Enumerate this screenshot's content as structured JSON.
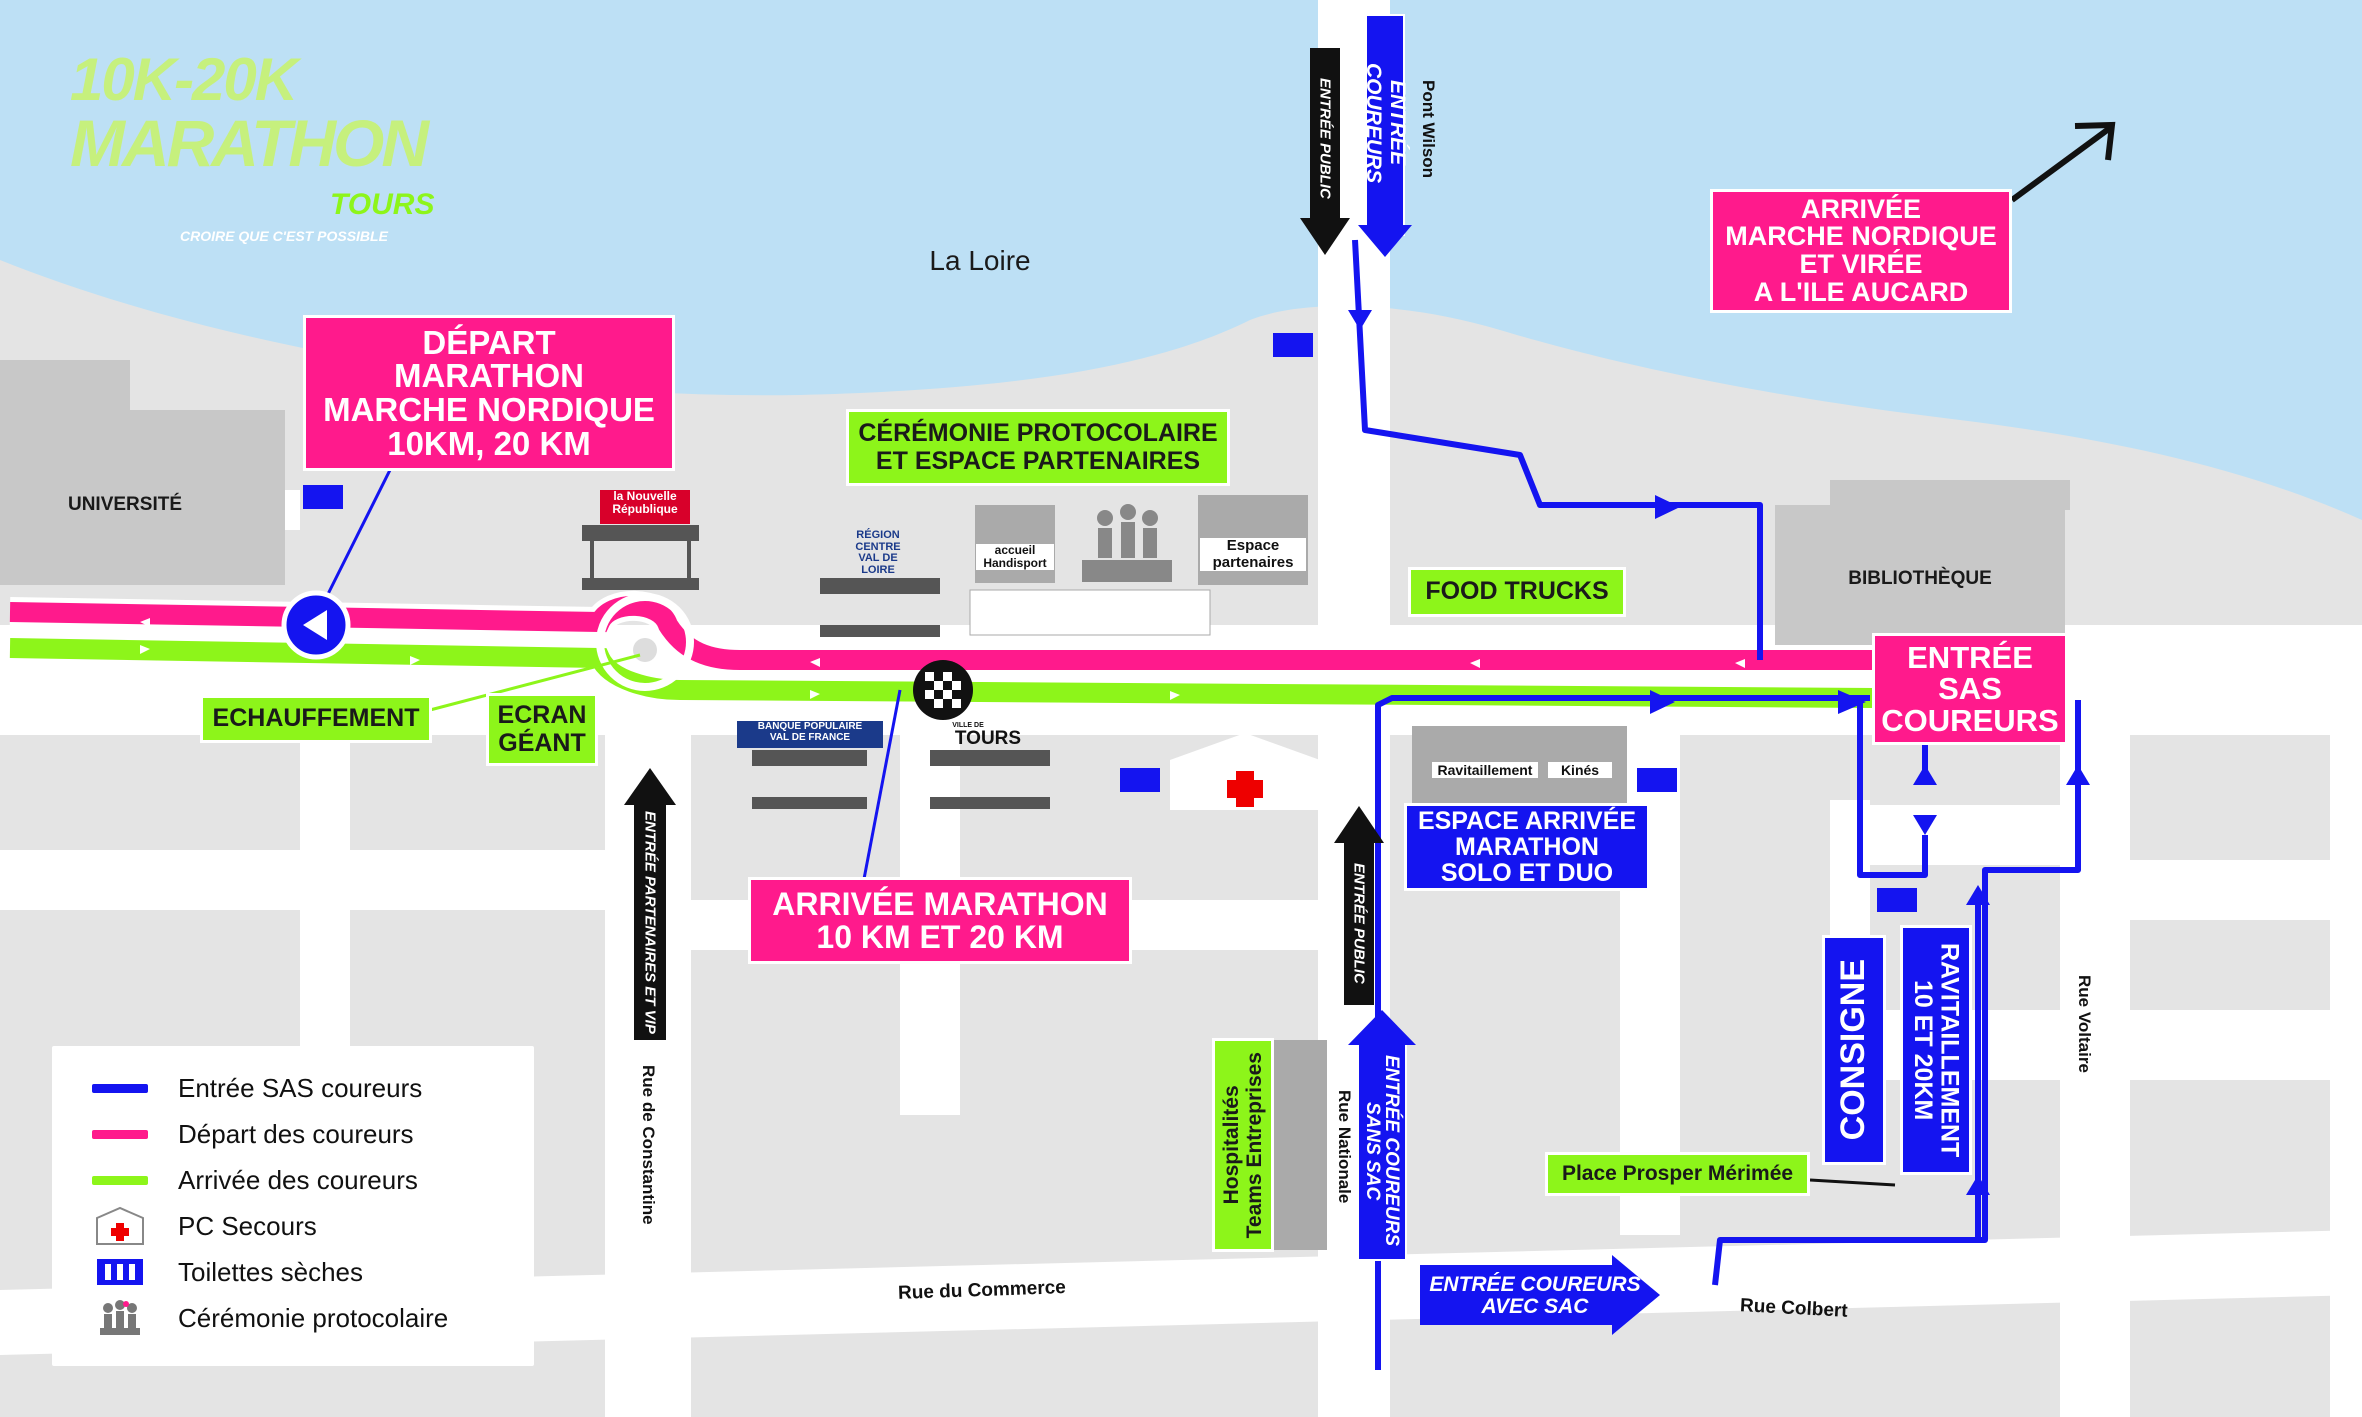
{
  "logo": {
    "line1": "10K-20K",
    "line2": "MARATHON",
    "line3": "TOURS",
    "tagline": "CROIRE QUE C'EST POSSIBLE"
  },
  "places": {
    "la_loire": "La Loire",
    "universite": "UNIVERSITÉ",
    "bibliotheque": "BIBLIOTHÈQUE",
    "pont_wilson": "Pont Wilson",
    "rue_constantine": "Rue de Constantine",
    "rue_nationale": "Rue Nationale",
    "rue_voltaire": "Rue Voltaire",
    "rue_commerce": "Rue du Commerce",
    "rue_colbert": "Rue Colbert"
  },
  "labels": {
    "depart": "DÉPART\nMARATHON\nMARCHE NORDIQUE\n10KM, 20 KM",
    "ceremonie": "CÉRÉMONIE PROTOCOLAIRE\nET ESPACE PARTENAIRES",
    "arrivee_nordique": "ARRIVÉE\nMARCHE NORDIQUE\nET VIRÉE\nA L'ILE AUCARD",
    "food_trucks": "FOOD TRUCKS",
    "entree_sas": "ENTRÉE\nSAS\nCOUREURS",
    "echauffement": "ECHAUFFEMENT",
    "ecran_geant": "ECRAN\nGÉANT",
    "arrivee_marathon": "ARRIVÉE MARATHON\n10 KM ET 20 KM",
    "espace_arrivee": "ESPACE ARRIVÉE\nMARATHON\nSOLO ET DUO",
    "consigne": "CONSIGNE",
    "ravitaillement": "RAVITAILLEMENT\n10 ET 20KM",
    "place_prosper": "Place Prosper Mérimée",
    "hospitalites": "Hospitalités\nTeams Entreprises",
    "entree_public_top": "ENTRÉE PUBLIC",
    "entree_coureurs_top": "ENTRÉE COUREURS",
    "entree_public_mid": "ENTRÉE PUBLIC",
    "entree_partenaires": "ENTRÉE PARTENAIRES ET VIP",
    "entree_sans_sac": "ENTRÉE COUREURS\nSANS SAC",
    "entree_avec_sac": "ENTRÉE COUREURS\nAVEC SAC",
    "ravitaillement_tent": "Ravitaillement",
    "kines_tent": "Kinés",
    "espace_partenaires_tent": "Espace\npartenaires",
    "accueil_handisport": "accueil\nHandisport",
    "stand_nr": "la Nouvelle\nRépublique",
    "stand_region": "RÉGION\nCENTRE\nVAL DE LOIRE",
    "stand_bp": "BANQUE POPULAIRE\nVAL DE FRANCE",
    "stand_tours": "TOURS",
    "stand_tours_small": "VILLE DE"
  },
  "legend": [
    {
      "text": "Entrée SAS coureurs",
      "color": "#1414f0",
      "kind": "line"
    },
    {
      "text": "Départ des coureurs",
      "color": "#ff1a8c",
      "kind": "line"
    },
    {
      "text": "Arrivée des coureurs",
      "color": "#8df51a",
      "kind": "line"
    },
    {
      "text": "PC Secours",
      "icon": "first-aid-tent-icon",
      "kind": "icon"
    },
    {
      "text": "Toilettes sèches",
      "icon": "toilet-icon",
      "kind": "icon"
    },
    {
      "text": "Cérémonie protocolaire",
      "icon": "podium-icon",
      "kind": "icon"
    }
  ],
  "colors": {
    "river": "#bde0f5",
    "ground": "#e4e4e4",
    "road": "#ffffff",
    "building": "#c8c8c8",
    "pink": "#ff1a8c",
    "green": "#8df51a",
    "blue": "#1414f0",
    "black": "#111111"
  }
}
